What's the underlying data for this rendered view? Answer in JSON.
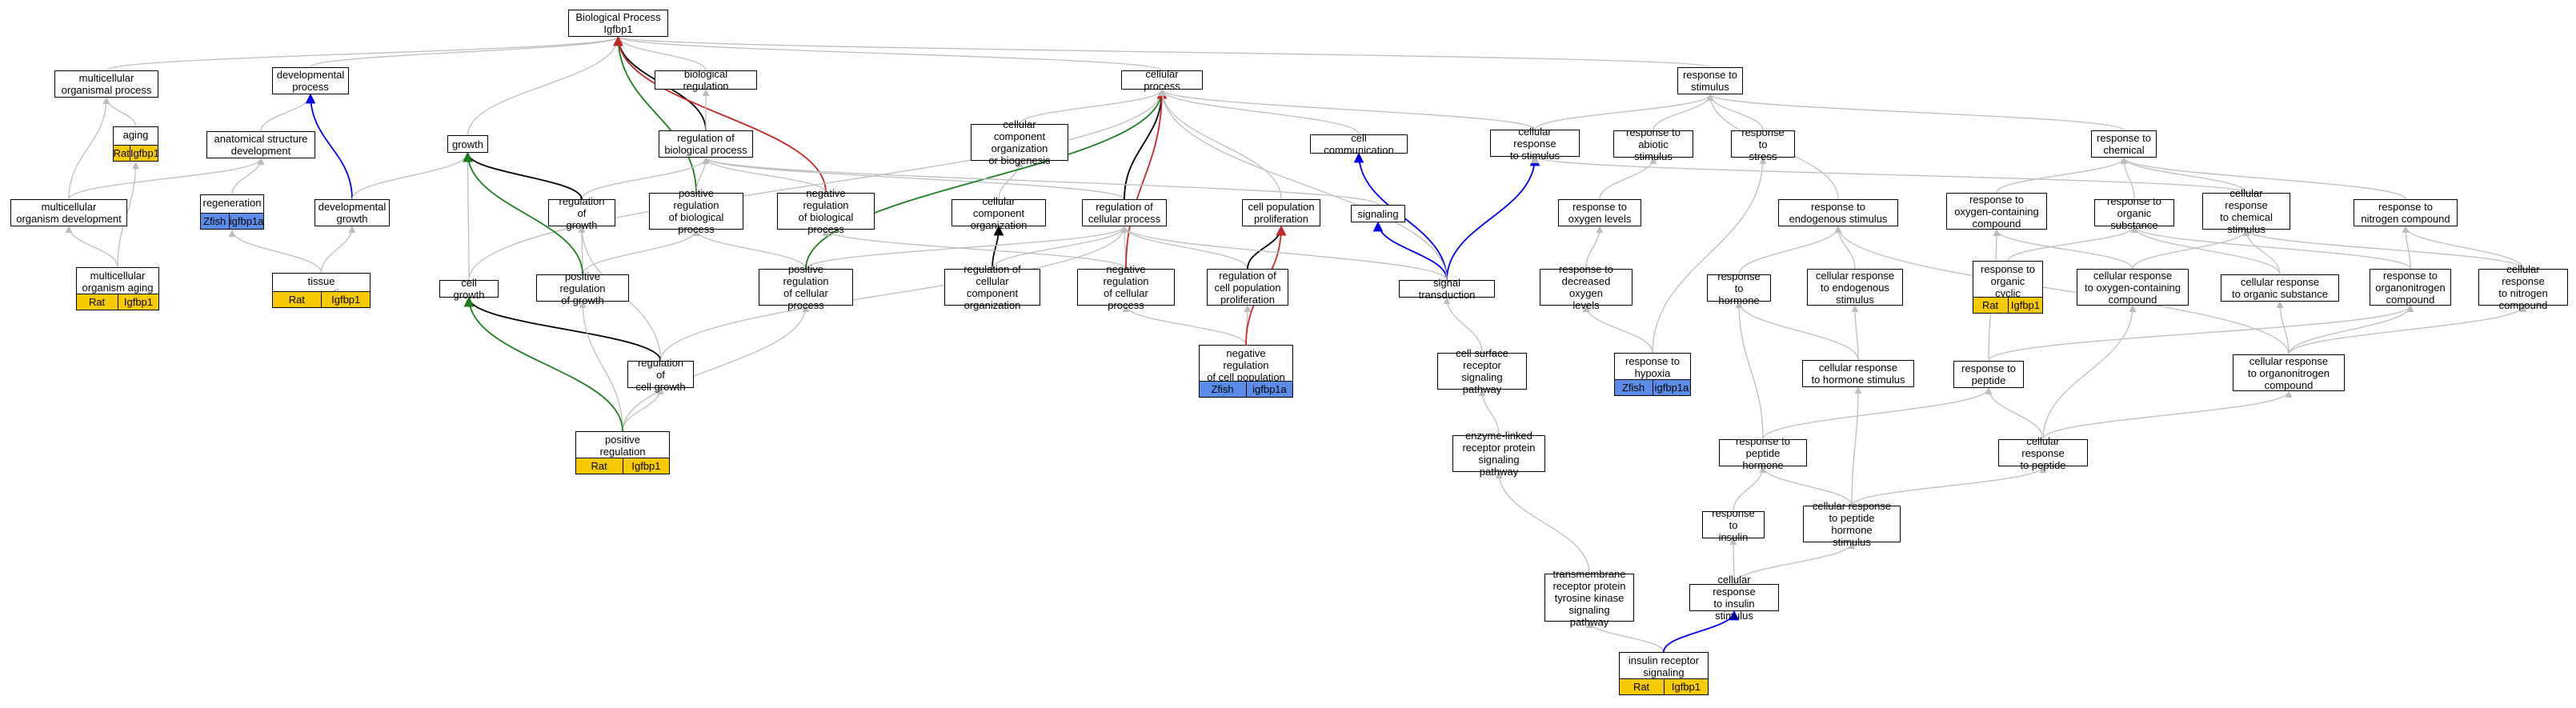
{
  "colors": {
    "default_edge": "#bdbdbd",
    "positive_regulates": "#1a7f1a",
    "negative_regulates": "#c62828",
    "part_of": "#0000ee",
    "regulates": "#000000",
    "annotation_rat": "#f7cb00",
    "annotation_zfish": "#5b8de8"
  },
  "nodes": [
    {
      "id": "bp",
      "label": "Biological Process\nIgfbp1"
    },
    {
      "id": "multiorg",
      "label": "multicellular\norganismal process"
    },
    {
      "id": "devproc",
      "label": "developmental\nprocess"
    },
    {
      "id": "aging",
      "label": "aging",
      "annotation": {
        "species": "Rat",
        "gene": "Igfbp1"
      }
    },
    {
      "id": "anatdev",
      "label": "anatomical structure\ndevelopment"
    },
    {
      "id": "regen",
      "label": "regeneration",
      "annotation": {
        "species": "Zfish",
        "gene": "igfbp1a"
      }
    },
    {
      "id": "multidev",
      "label": "multicellular\norganism development"
    },
    {
      "id": "multiaging",
      "label": "multicellular\norganism aging",
      "annotation": {
        "species": "Rat",
        "gene": "Igfbp1"
      }
    },
    {
      "id": "tissueregen",
      "label": "tissue regeneration",
      "annotation": {
        "species": "Rat",
        "gene": "Igfbp1"
      }
    },
    {
      "id": "devgrowth",
      "label": "developmental\ngrowth"
    },
    {
      "id": "growth",
      "label": "growth"
    },
    {
      "id": "cellgrowth",
      "label": "cell growth"
    },
    {
      "id": "biolreg",
      "label": "biological regulation"
    },
    {
      "id": "regbp",
      "label": "regulation of\nbiological process"
    },
    {
      "id": "reggrowth",
      "label": "regulation of\ngrowth"
    },
    {
      "id": "posregbp",
      "label": "positive regulation\nof biological\nprocess"
    },
    {
      "id": "negregbp",
      "label": "negative regulation\nof biological\nprocess"
    },
    {
      "id": "posreggrowth",
      "label": "positive regulation\nof growth"
    },
    {
      "id": "regcellgrowth",
      "label": "regulation of\ncell growth"
    },
    {
      "id": "posregcellgrowth",
      "label": "positive regulation\nof cell growth",
      "annotation": {
        "species": "Rat",
        "gene": "Igfbp1"
      }
    },
    {
      "id": "cellproc",
      "label": "cellular process"
    },
    {
      "id": "ccob",
      "label": "cellular component\norganization\nor biogenesis"
    },
    {
      "id": "cco",
      "label": "cellular component\norganization"
    },
    {
      "id": "regcco",
      "label": "regulation of\ncellular component\norganization"
    },
    {
      "id": "regcp",
      "label": "regulation of\ncellular process"
    },
    {
      "id": "posregcp",
      "label": "positive regulation\nof cellular\nprocess"
    },
    {
      "id": "negregcp",
      "label": "negative regulation\nof cellular\nprocess"
    },
    {
      "id": "cpp",
      "label": "cell population\nproliferation"
    },
    {
      "id": "regcpp",
      "label": "regulation of\ncell population\nproliferation"
    },
    {
      "id": "negregcpp",
      "label": "negative regulation\nof cell population\nproliferation",
      "annotation": {
        "species": "Zfish",
        "gene": "igfbp1a"
      }
    },
    {
      "id": "cellcomm",
      "label": "cell communication"
    },
    {
      "id": "signaling",
      "label": "signaling"
    },
    {
      "id": "sigtrans",
      "label": "signal transduction"
    },
    {
      "id": "csrsp",
      "label": "cell surface\nreceptor signaling\npathway"
    },
    {
      "id": "elrpsp",
      "label": "enzyme-linked\nreceptor protein\nsignaling pathway"
    },
    {
      "id": "tmrptk",
      "label": "transmembrane\nreceptor protein\ntyrosine kinase\nsignaling pathway"
    },
    {
      "id": "insrsp",
      "label": "insulin receptor\nsignaling pathway",
      "annotation": {
        "species": "Rat",
        "gene": "Igfbp1"
      }
    },
    {
      "id": "rtostim",
      "label": "response to\nstimulus"
    },
    {
      "id": "crtostim",
      "label": "cellular response\nto stimulus"
    },
    {
      "id": "rabiotic",
      "label": "response to\nabiotic stimulus"
    },
    {
      "id": "rstress",
      "label": "response to\nstress"
    },
    {
      "id": "roxy",
      "label": "response to\noxygen levels"
    },
    {
      "id": "rdecoxy",
      "label": "response to\ndecreased oxygen\nlevels"
    },
    {
      "id": "rhypoxia",
      "label": "response to\nhypoxia",
      "annotation": {
        "species": "Zfish",
        "gene": "igfbp1a"
      }
    },
    {
      "id": "rendo",
      "label": "response to\nendogenous stimulus"
    },
    {
      "id": "rhormone",
      "label": "response to\nhormone"
    },
    {
      "id": "crendo",
      "label": "cellular response\nto endogenous\nstimulus"
    },
    {
      "id": "crhormone",
      "label": "cellular response\nto hormone stimulus"
    },
    {
      "id": "rpephormone",
      "label": "response to\npeptide hormone"
    },
    {
      "id": "rinsulin",
      "label": "response to\ninsulin"
    },
    {
      "id": "crpephormone",
      "label": "cellular response\nto peptide hormone\nstimulus"
    },
    {
      "id": "crinsulin",
      "label": "cellular response\nto insulin stimulus"
    },
    {
      "id": "rchem",
      "label": "response to\nchemical"
    },
    {
      "id": "roxycomp",
      "label": "response to\noxygen-containing\ncompound"
    },
    {
      "id": "rorgsub",
      "label": "response to\norganic substance"
    },
    {
      "id": "crchem",
      "label": "cellular response\nto chemical\nstimulus"
    },
    {
      "id": "rnitro",
      "label": "response to\nnitrogen compound"
    },
    {
      "id": "rorgcyc",
      "label": "response to\norganic cyclic\ncompound",
      "annotation": {
        "species": "Rat",
        "gene": "Igfbp1"
      }
    },
    {
      "id": "croxy",
      "label": "cellular response\nto oxygen-containing\ncompound"
    },
    {
      "id": "crorgsub",
      "label": "cellular response\nto organic substance"
    },
    {
      "id": "rorgnitro",
      "label": "response to\norganonitrogen\ncompound"
    },
    {
      "id": "crnitro",
      "label": "cellular response\nto nitrogen\ncompound"
    },
    {
      "id": "rpeptide",
      "label": "response to\npeptide"
    },
    {
      "id": "crorgnitro",
      "label": "cellular response\nto organonitrogen\ncompound"
    },
    {
      "id": "crpeptide",
      "label": "cellular response\nto peptide"
    }
  ],
  "edges": [
    [
      "multiorg",
      "bp",
      "default_edge"
    ],
    [
      "devproc",
      "bp",
      "default_edge"
    ],
    [
      "biolreg",
      "bp",
      "default_edge"
    ],
    [
      "growth",
      "bp",
      "default_edge"
    ],
    [
      "cellproc",
      "bp",
      "default_edge"
    ],
    [
      "rtostim",
      "bp",
      "default_edge"
    ],
    [
      "regbp",
      "bp",
      "regulates"
    ],
    [
      "posregbp",
      "bp",
      "positive_regulates"
    ],
    [
      "negregbp",
      "bp",
      "negative_regulates"
    ],
    [
      "aging",
      "multiorg",
      "default_edge"
    ],
    [
      "anatdev",
      "devproc",
      "default_edge"
    ],
    [
      "devgrowth",
      "devproc",
      "part_of"
    ],
    [
      "multidev",
      "multiorg",
      "default_edge"
    ],
    [
      "multidev",
      "anatdev",
      "default_edge"
    ],
    [
      "multiaging",
      "aging",
      "default_edge"
    ],
    [
      "multiaging",
      "multidev",
      "default_edge"
    ],
    [
      "regen",
      "anatdev",
      "default_edge"
    ],
    [
      "tissueregen",
      "regen",
      "default_edge"
    ],
    [
      "tissueregen",
      "devgrowth",
      "default_edge"
    ],
    [
      "devgrowth",
      "growth",
      "default_edge"
    ],
    [
      "cellgrowth",
      "growth",
      "default_edge"
    ],
    [
      "cellgrowth",
      "cellproc",
      "default_edge"
    ],
    [
      "regbp",
      "biolreg",
      "default_edge"
    ],
    [
      "reggrowth",
      "regbp",
      "default_edge"
    ],
    [
      "reggrowth",
      "growth",
      "regulates"
    ],
    [
      "posregbp",
      "regbp",
      "default_edge"
    ],
    [
      "negregbp",
      "regbp",
      "default_edge"
    ],
    [
      "posreggrowth",
      "reggrowth",
      "default_edge"
    ],
    [
      "posreggrowth",
      "posregbp",
      "default_edge"
    ],
    [
      "posreggrowth",
      "growth",
      "positive_regulates"
    ],
    [
      "regcellgrowth",
      "reggrowth",
      "default_edge"
    ],
    [
      "regcellgrowth",
      "cellgrowth",
      "regulates"
    ],
    [
      "regcellgrowth",
      "regcp",
      "default_edge"
    ],
    [
      "posregcellgrowth",
      "regcellgrowth",
      "default_edge"
    ],
    [
      "posregcellgrowth",
      "posreggrowth",
      "default_edge"
    ],
    [
      "posregcellgrowth",
      "posregcp",
      "default_edge"
    ],
    [
      "posregcellgrowth",
      "cellgrowth",
      "positive_regulates"
    ],
    [
      "ccob",
      "cellproc",
      "default_edge"
    ],
    [
      "cco",
      "ccob",
      "default_edge"
    ],
    [
      "regcco",
      "cco",
      "regulates"
    ],
    [
      "regcco",
      "regcp",
      "default_edge"
    ],
    [
      "regcp",
      "regbp",
      "default_edge"
    ],
    [
      "regcp",
      "cellproc",
      "regulates"
    ],
    [
      "posregcp",
      "regcp",
      "default_edge"
    ],
    [
      "posregcp",
      "posregbp",
      "default_edge"
    ],
    [
      "posregcp",
      "cellproc",
      "positive_regulates"
    ],
    [
      "negregcp",
      "regcp",
      "default_edge"
    ],
    [
      "negregcp",
      "negregbp",
      "default_edge"
    ],
    [
      "negregcp",
      "cellproc",
      "negative_regulates"
    ],
    [
      "cpp",
      "cellproc",
      "default_edge"
    ],
    [
      "regcpp",
      "regcp",
      "default_edge"
    ],
    [
      "regcpp",
      "cpp",
      "regulates"
    ],
    [
      "negregcpp",
      "regcpp",
      "default_edge"
    ],
    [
      "negregcpp",
      "negregcp",
      "default_edge"
    ],
    [
      "negregcpp",
      "cpp",
      "negative_regulates"
    ],
    [
      "cellcomm",
      "cellproc",
      "default_edge"
    ],
    [
      "signaling",
      "regbp",
      "default_edge"
    ],
    [
      "sigtrans",
      "cellcomm",
      "part_of"
    ],
    [
      "sigtrans",
      "signaling",
      "part_of"
    ],
    [
      "sigtrans",
      "crtostim",
      "part_of"
    ],
    [
      "sigtrans",
      "regcp",
      "default_edge"
    ],
    [
      "sigtrans",
      "cellproc",
      "default_edge"
    ],
    [
      "csrsp",
      "sigtrans",
      "default_edge"
    ],
    [
      "elrpsp",
      "csrsp",
      "default_edge"
    ],
    [
      "tmrptk",
      "elrpsp",
      "default_edge"
    ],
    [
      "insrsp",
      "tmrptk",
      "default_edge"
    ],
    [
      "insrsp",
      "crinsulin",
      "part_of"
    ],
    [
      "crtostim",
      "rtostim",
      "default_edge"
    ],
    [
      "crtostim",
      "cellproc",
      "default_edge"
    ],
    [
      "rabiotic",
      "rtostim",
      "default_edge"
    ],
    [
      "rstress",
      "rtostim",
      "default_edge"
    ],
    [
      "rchem",
      "rtostim",
      "default_edge"
    ],
    [
      "rendo",
      "rtostim",
      "default_edge"
    ],
    [
      "roxy",
      "rabiotic",
      "default_edge"
    ],
    [
      "rdecoxy",
      "roxy",
      "default_edge"
    ],
    [
      "rhypoxia",
      "rdecoxy",
      "default_edge"
    ],
    [
      "rhypoxia",
      "rstress",
      "default_edge"
    ],
    [
      "rhormone",
      "rendo",
      "default_edge"
    ],
    [
      "crendo",
      "rendo",
      "default_edge"
    ],
    [
      "crhormone",
      "rhormone",
      "default_edge"
    ],
    [
      "crhormone",
      "crendo",
      "default_edge"
    ],
    [
      "rpephormone",
      "rhormone",
      "default_edge"
    ],
    [
      "rpephormone",
      "rpeptide",
      "default_edge"
    ],
    [
      "rinsulin",
      "rpephormone",
      "default_edge"
    ],
    [
      "crpephormone",
      "rpephormone",
      "default_edge"
    ],
    [
      "crpephormone",
      "crhormone",
      "default_edge"
    ],
    [
      "crpephormone",
      "crpeptide",
      "default_edge"
    ],
    [
      "crinsulin",
      "rinsulin",
      "default_edge"
    ],
    [
      "crinsulin",
      "crpephormone",
      "default_edge"
    ],
    [
      "roxycomp",
      "rchem",
      "default_edge"
    ],
    [
      "rorgsub",
      "rchem",
      "default_edge"
    ],
    [
      "crchem",
      "rchem",
      "default_edge"
    ],
    [
      "crchem",
      "crtostim",
      "default_edge"
    ],
    [
      "rnitro",
      "rchem",
      "default_edge"
    ],
    [
      "rorgcyc",
      "rorgsub",
      "default_edge"
    ],
    [
      "croxy",
      "roxycomp",
      "default_edge"
    ],
    [
      "croxy",
      "crchem",
      "default_edge"
    ],
    [
      "crorgsub",
      "rorgsub",
      "default_edge"
    ],
    [
      "crorgsub",
      "crchem",
      "default_edge"
    ],
    [
      "rorgnitro",
      "rorgsub",
      "default_edge"
    ],
    [
      "rorgnitro",
      "rnitro",
      "default_edge"
    ],
    [
      "crnitro",
      "rnitro",
      "default_edge"
    ],
    [
      "crnitro",
      "crchem",
      "default_edge"
    ],
    [
      "rpeptide",
      "roxycomp",
      "default_edge"
    ],
    [
      "rpeptide",
      "rorgnitro",
      "default_edge"
    ],
    [
      "crorgnitro",
      "rorgnitro",
      "default_edge"
    ],
    [
      "crorgnitro",
      "crorgsub",
      "default_edge"
    ],
    [
      "crorgnitro",
      "crnitro",
      "default_edge"
    ],
    [
      "crorgnitro",
      "rendo",
      "default_edge"
    ],
    [
      "crpeptide",
      "rpeptide",
      "default_edge"
    ],
    [
      "crpeptide",
      "crorgnitro",
      "default_edge"
    ],
    [
      "crpeptide",
      "croxy",
      "default_edge"
    ]
  ]
}
